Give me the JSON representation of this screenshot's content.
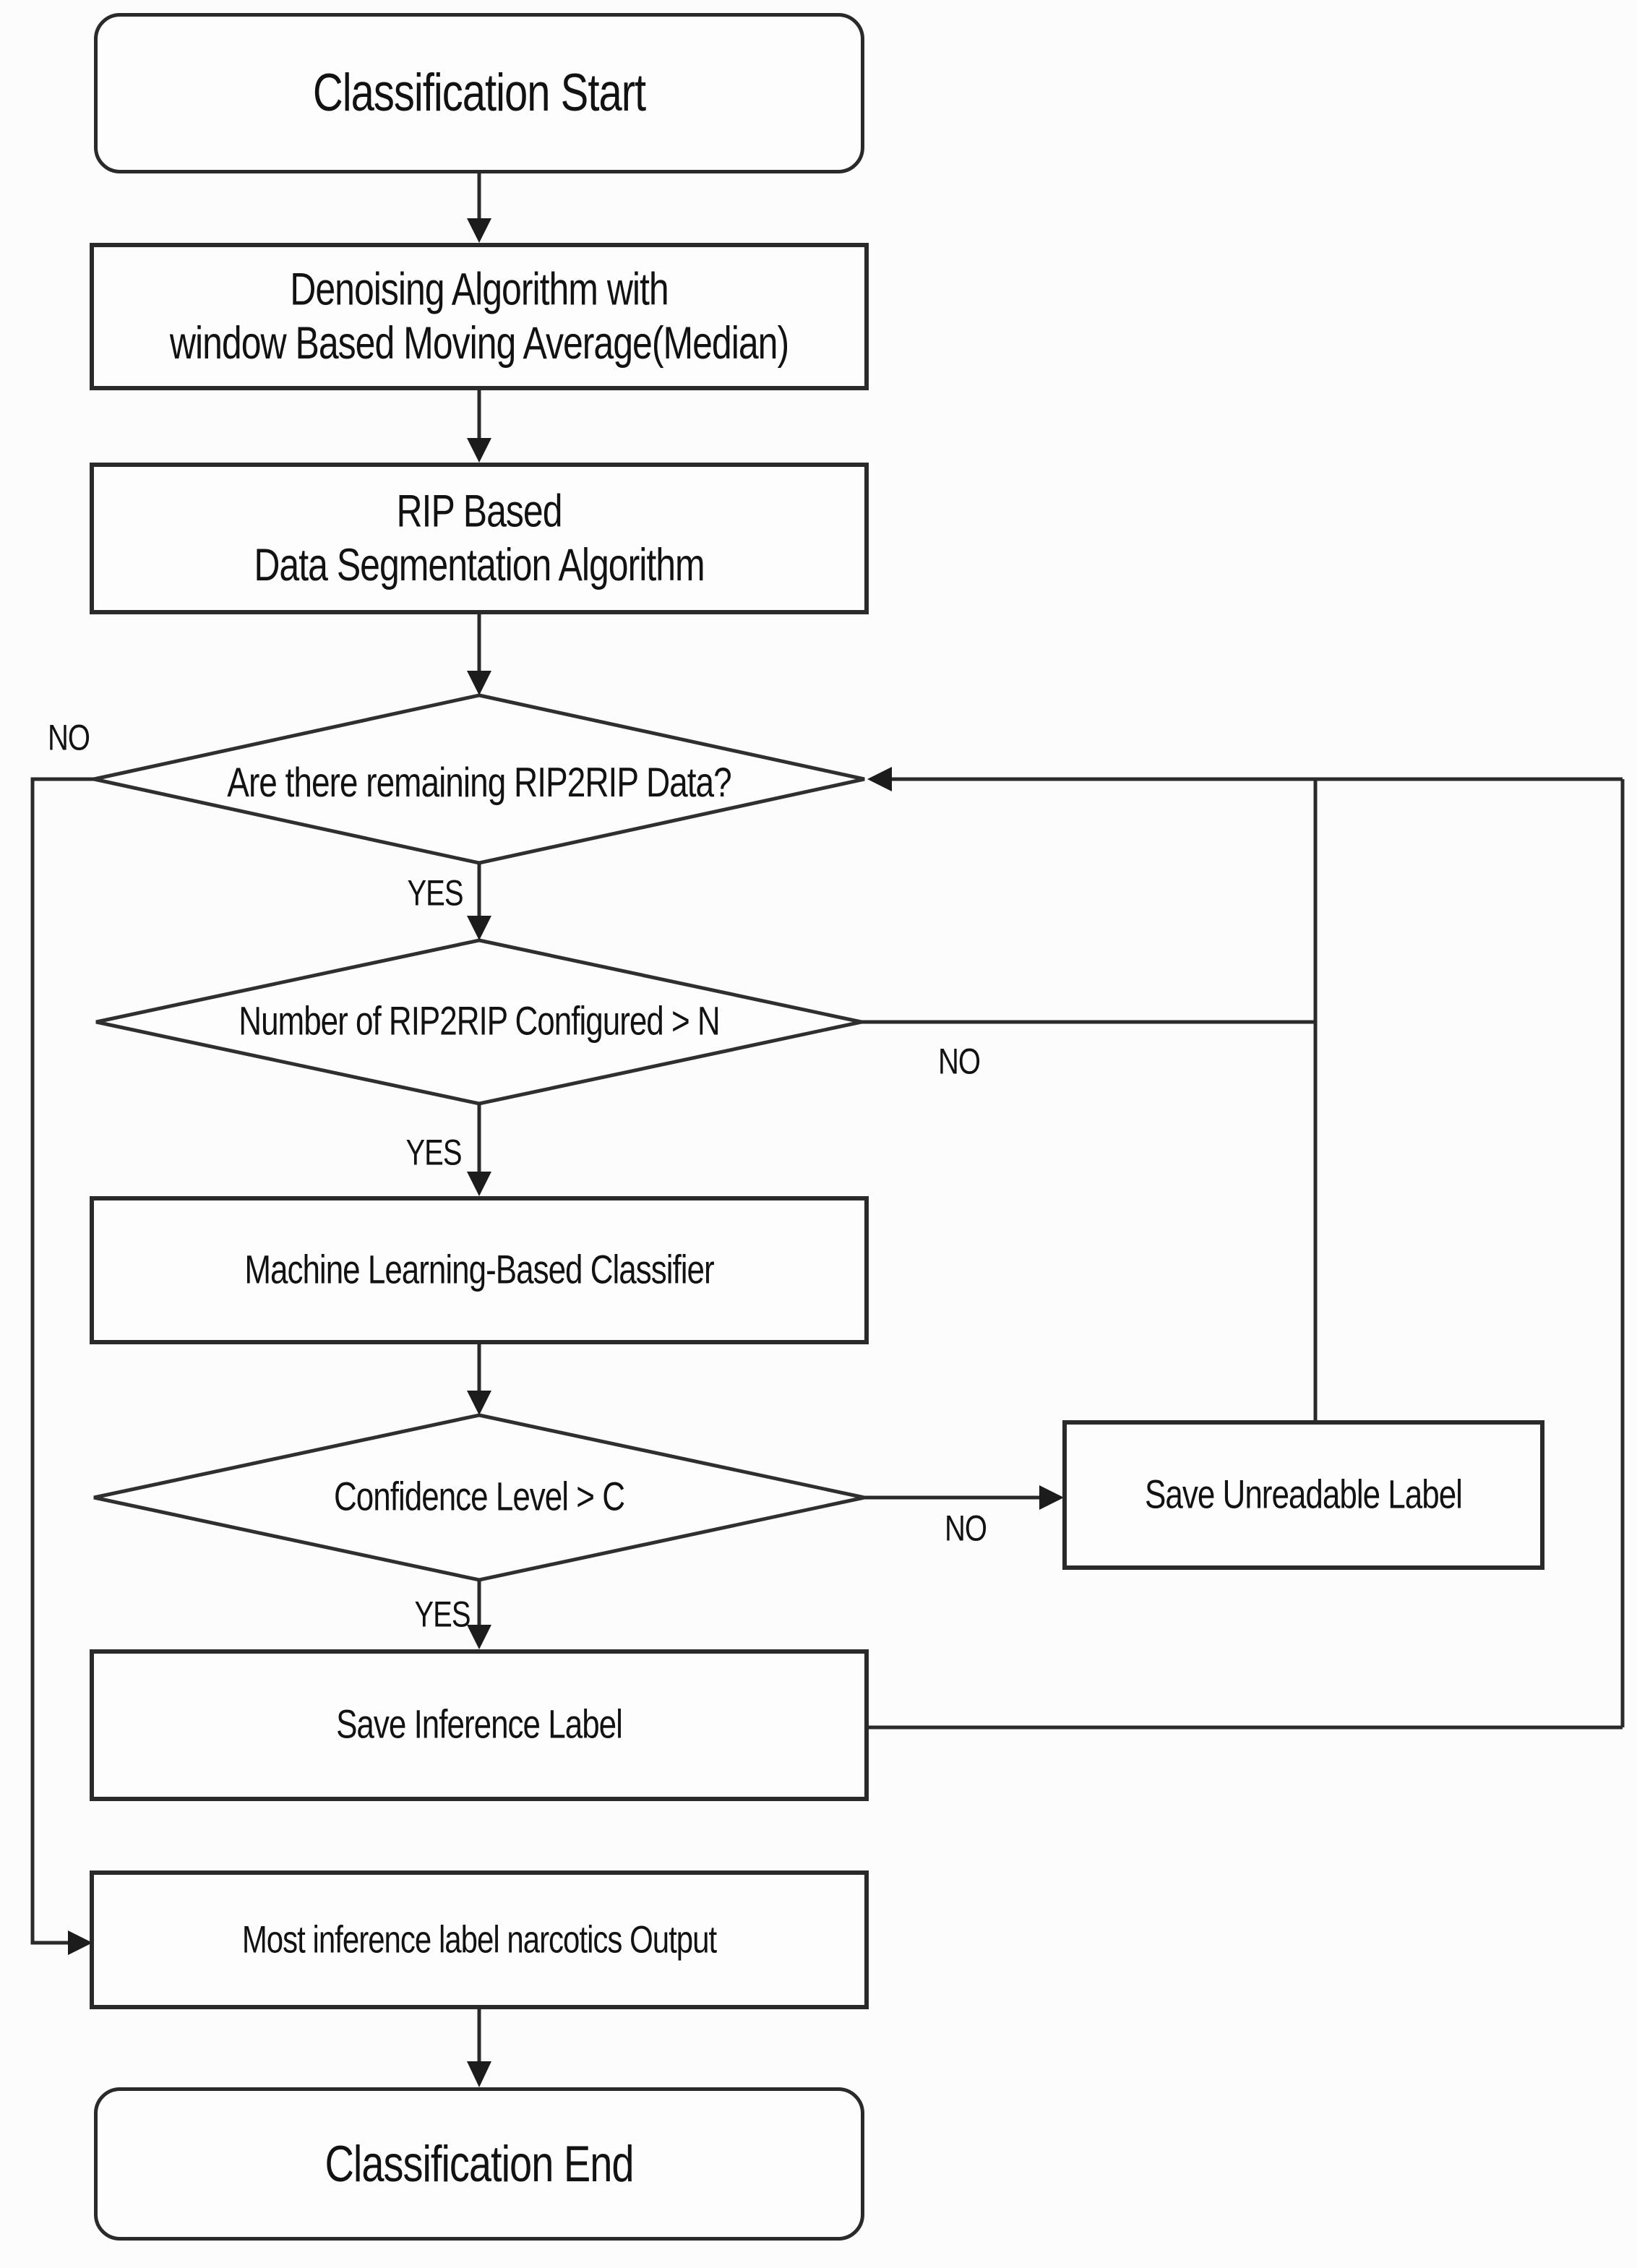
{
  "diagram": {
    "type": "flowchart",
    "colors": {
      "background": "#fcfcfc",
      "node_fill": "#fdfdfd",
      "node_border": "#2a2a2a",
      "connector": "#2a2a2a",
      "text": "#121212"
    },
    "nodes": {
      "start": {
        "type": "terminator",
        "label": "Classification Start"
      },
      "denoising": {
        "type": "process",
        "label": "Denoising Algorithm with\nwindow Based Moving Average(Median)"
      },
      "segmentation": {
        "type": "process",
        "label": "RIP Based\nData Segmentation Algorithm"
      },
      "remaining_check": {
        "type": "decision",
        "label": "Are there remaining RIP2RIP Data?"
      },
      "count_check": {
        "type": "decision",
        "label": "Number of RIP2RIP Configured > N"
      },
      "classifier": {
        "type": "process",
        "label": "Machine Learning-Based Classifier"
      },
      "confidence_check": {
        "type": "decision",
        "label": "Confidence Level > C"
      },
      "save_unreadable": {
        "type": "process",
        "label": "Save Unreadable Label"
      },
      "save_inference": {
        "type": "process",
        "label": "Save Inference Label"
      },
      "output": {
        "type": "process",
        "label": "Most inference label narcotics Output"
      },
      "end": {
        "type": "terminator",
        "label": "Classification End"
      }
    },
    "edges": [
      {
        "from": "start",
        "to": "denoising",
        "label": ""
      },
      {
        "from": "denoising",
        "to": "segmentation",
        "label": ""
      },
      {
        "from": "segmentation",
        "to": "remaining_check",
        "label": ""
      },
      {
        "from": "remaining_check",
        "to": "output",
        "label": "NO"
      },
      {
        "from": "remaining_check",
        "to": "count_check",
        "label": "YES"
      },
      {
        "from": "count_check",
        "to": "remaining_check",
        "label": "NO"
      },
      {
        "from": "count_check",
        "to": "classifier",
        "label": "YES"
      },
      {
        "from": "classifier",
        "to": "confidence_check",
        "label": ""
      },
      {
        "from": "confidence_check",
        "to": "save_unreadable",
        "label": "NO"
      },
      {
        "from": "confidence_check",
        "to": "save_inference",
        "label": "YES"
      },
      {
        "from": "save_unreadable",
        "to": "remaining_check",
        "label": ""
      },
      {
        "from": "save_inference",
        "to": "remaining_check",
        "label": ""
      },
      {
        "from": "output",
        "to": "end",
        "label": ""
      }
    ]
  }
}
